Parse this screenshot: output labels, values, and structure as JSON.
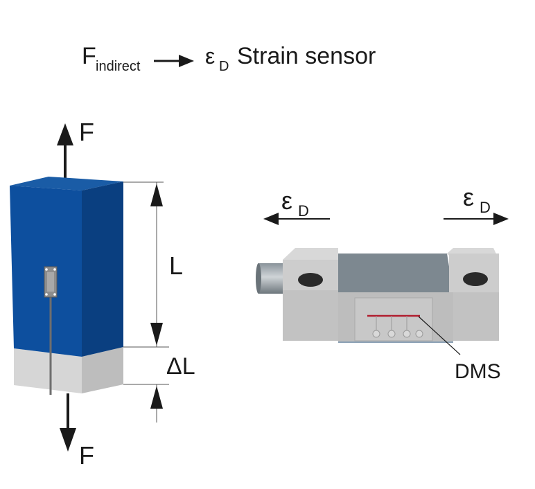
{
  "title": {
    "force_symbol": "F",
    "force_subscript": "indirect",
    "strain_symbol": "ε",
    "strain_subscript": "D",
    "strain_text": "Strain sensor"
  },
  "left_figure": {
    "force_top": "F",
    "force_bottom": "F",
    "length_label": "L",
    "delta_length_label": "ΔL",
    "colors": {
      "block_front": "#0d4f9e",
      "block_side": "#0a3f80",
      "block_top": "#14589f",
      "base": "#d3d3d3",
      "base_side": "#b9b9b9"
    }
  },
  "right_figure": {
    "strain_left_symbol": "ε",
    "strain_left_subscript": "D",
    "strain_right_symbol": "ε",
    "strain_right_subscript": "D",
    "gauge_label": "DMS",
    "colors": {
      "body": "#c9c9c9",
      "body_dark": "#a9a9a9",
      "window": "#7b878f",
      "gauge_line": "#b11d2e"
    }
  }
}
